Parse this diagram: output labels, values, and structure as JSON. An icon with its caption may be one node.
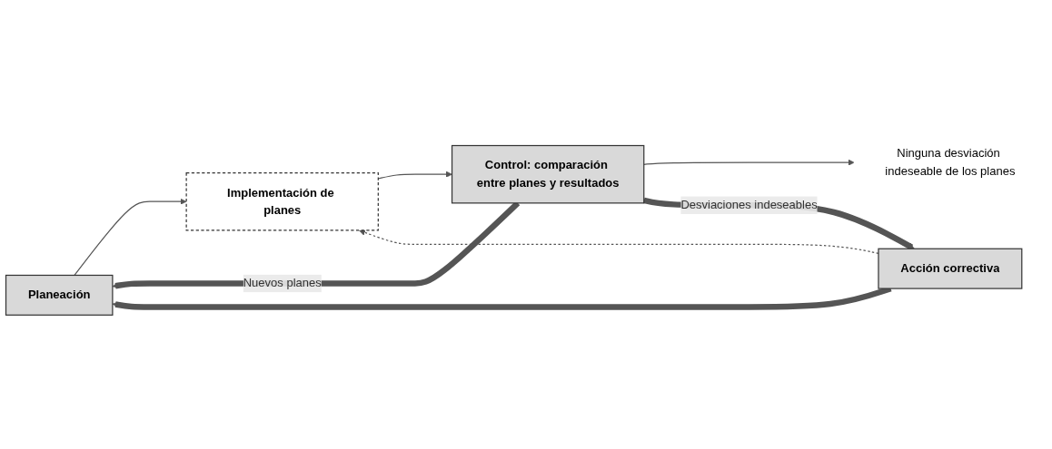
{
  "diagram": {
    "nodes": [
      {
        "text": [
          "Planeación"
        ]
      },
      {
        "text": [
          "Implementación de planes"
        ]
      },
      {
        "text": [
          "Control: comparación entre planes y resultados"
        ]
      },
      {
        "text": [
          "Ninguna desviación indeseable de los planes"
        ]
      },
      {
        "text": [
          "Acción correctiva"
        ]
      }
    ],
    "edges": [
      {
        "from": 0,
        "to": 1,
        "arrow": "to"
      },
      {
        "from": 1,
        "to": 2,
        "arrow": "to"
      },
      {
        "from": 2,
        "to": 3,
        "arrow": "to"
      },
      {
        "from": 2,
        "to": 0,
        "arrow": "to",
        "label": "Nuevos planes",
        "style": "thick"
      },
      {
        "from": 2,
        "to": 4,
        "arrow": "to",
        "label": "Desviaciones indeseables",
        "style": "thick"
      },
      {
        "from": 4,
        "to": 0,
        "arrow": "to",
        "style": "thick"
      },
      {
        "from": 4,
        "to": 1,
        "arrow": "to",
        "style": "dashed"
      }
    ]
  }
}
